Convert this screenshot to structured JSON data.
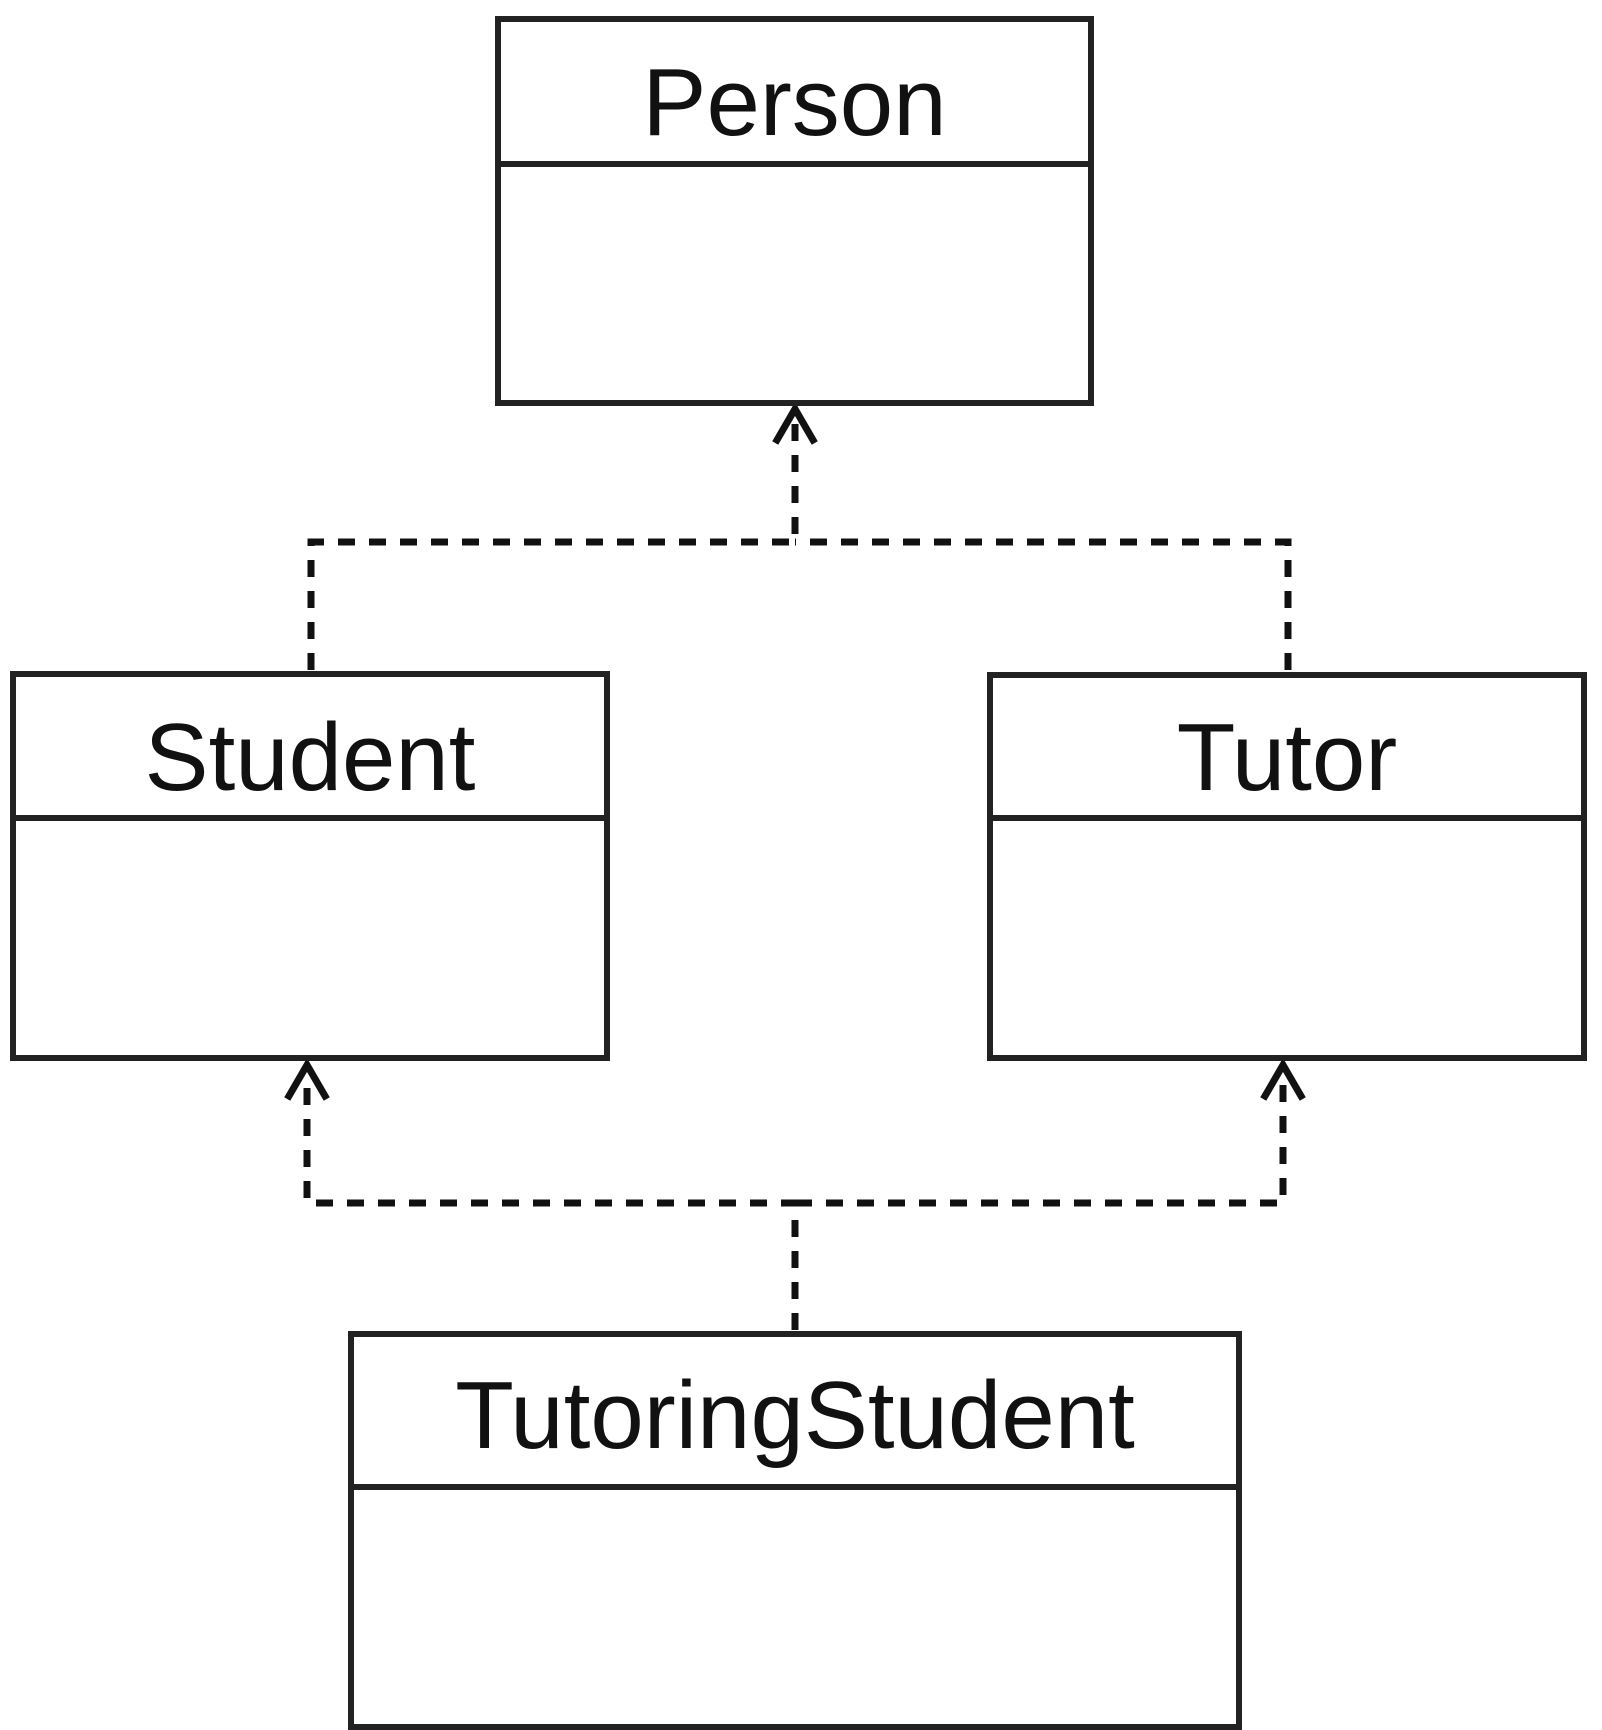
{
  "diagram": {
    "classes": {
      "person": {
        "name": "Person"
      },
      "student": {
        "name": "Student"
      },
      "tutor": {
        "name": "Tutor"
      },
      "tutoring_student": {
        "name": "TutoringStudent"
      }
    },
    "relations": [
      {
        "from": "Student",
        "to": "Person",
        "style": "dashed",
        "arrow": "open"
      },
      {
        "from": "Tutor",
        "to": "Person",
        "style": "dashed",
        "arrow": "open"
      },
      {
        "from": "TutoringStudent",
        "to": "Student",
        "style": "dashed",
        "arrow": "open"
      },
      {
        "from": "TutoringStudent",
        "to": "Tutor",
        "style": "dashed",
        "arrow": "open"
      }
    ],
    "colors": {
      "line": "#111111",
      "box_border": "#222222",
      "background": "#ffffff"
    }
  }
}
